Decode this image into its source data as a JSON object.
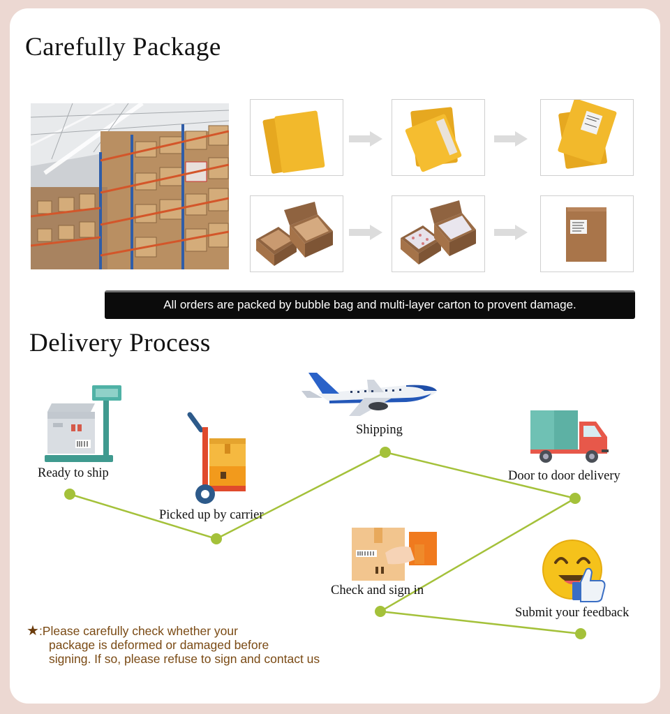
{
  "package": {
    "title": "Carefully Package",
    "banner": "All orders are packed by bubble bag and multi-layer carton to provent damage."
  },
  "delivery": {
    "title": "Delivery Process",
    "steps": [
      {
        "label": "Ready to ship",
        "icon": "scale-box-icon"
      },
      {
        "label": "Picked up by carrier",
        "icon": "hand-truck-icon"
      },
      {
        "label": "Shipping",
        "icon": "airplane-icon"
      },
      {
        "label": "Door to door delivery",
        "icon": "truck-icon"
      },
      {
        "label": "Check and sign in",
        "icon": "hand-box-icon"
      },
      {
        "label": "Submit your feedback",
        "icon": "smiley-thumbs-up-icon"
      }
    ],
    "line_color": "#a4c13a"
  },
  "note": {
    "star": "★",
    "prefix": ":Please carefully check whether your",
    "line2": "package is deformed or damaged before",
    "line3": "signing. If so, please refuse to sign and contact us"
  }
}
